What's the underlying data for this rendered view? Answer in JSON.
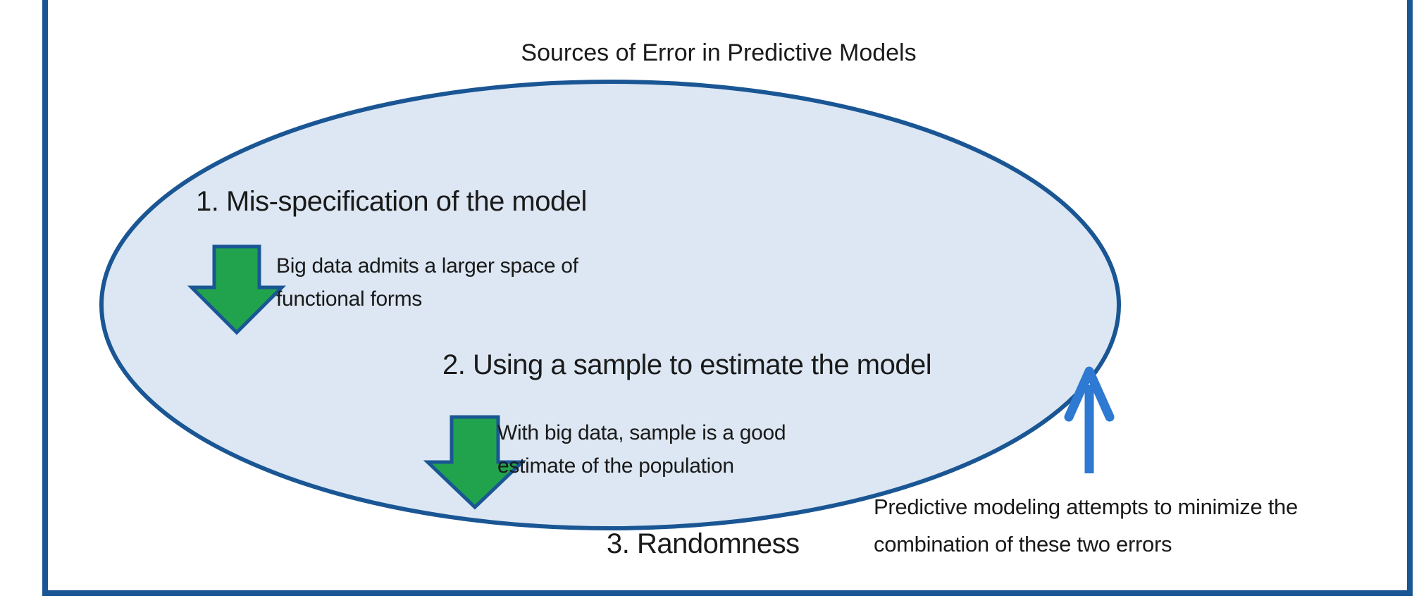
{
  "colors": {
    "frame_blue": "#1a5694",
    "ellipse_fill": "#dce7f3",
    "ellipse_stroke": "#1a5694",
    "arrow_green": "#21a34d",
    "arrow_green_outline": "#1a5694",
    "arrow_blue": "#2e79d1",
    "text": "#1a1a1a"
  },
  "diagram": {
    "title": "Sources of Error in Predictive Models",
    "items": [
      {
        "label": "1. Mis-specification of the model",
        "note_lines": [
          "Big data admits a larger space of",
          "functional forms"
        ]
      },
      {
        "label": "2. Using a sample to estimate the model",
        "note_lines": [
          "With big data, sample is a good",
          "estimate of the population"
        ]
      },
      {
        "label": "3. Randomness"
      }
    ],
    "caption_lines": [
      "Predictive modeling attempts to minimize the",
      "combination of these two errors"
    ],
    "icons": {
      "down_arrow": "green block arrow pointing down",
      "up_arrow": "blue line arrow pointing up"
    }
  }
}
